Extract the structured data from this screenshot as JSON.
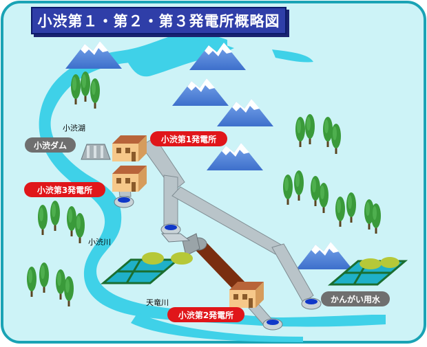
{
  "title": "小渋第１・第２・第３発電所概略図",
  "labels": {
    "plant1": "小渋第1発電所",
    "plant2": "小渋第2発電所",
    "plant3": "小渋第3発電所",
    "dam": "小渋ダム",
    "irrigation": "かんがい用水",
    "lake": "小渋湖",
    "koshibu_river": "小渋川",
    "tenryu_river": "天竜川"
  },
  "colors": {
    "background": "#cdf3f7",
    "border": "#1aa3b5",
    "water": "#3fd1e8",
    "title_bg": "#2f3ea8",
    "label_red": "#e0161a",
    "label_gray": "#6f6f6f",
    "penstock": "#b9c4c9",
    "penstock_brown": "#7a2e10",
    "mountain": "#5a8ad8",
    "building": "#f6c88a",
    "roof": "#b8643a",
    "tree": "#3a8a3a"
  },
  "icons": [
    "mountain-icon",
    "tree-icon",
    "building-icon",
    "dam-icon",
    "water-intake-icon",
    "rice-field-icon",
    "penstock-pipe"
  ]
}
